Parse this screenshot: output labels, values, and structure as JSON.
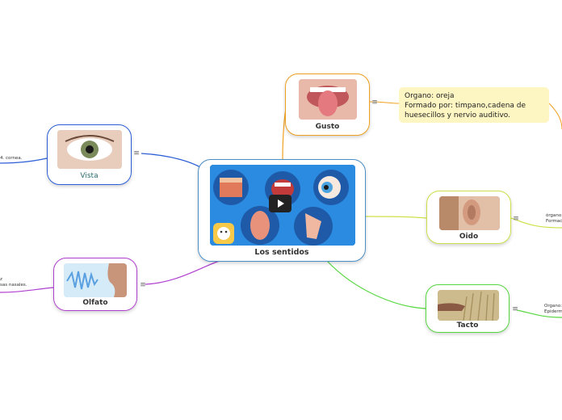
{
  "central": {
    "label": "Los sentidos",
    "color": "#4a90c8"
  },
  "nodes": {
    "gusto": {
      "label": "Gusto",
      "color": "#f0a020"
    },
    "vista": {
      "label": "Vista",
      "color": "#2c5fd6"
    },
    "oido": {
      "label": "Oido",
      "color": "#cde04a"
    },
    "olfato": {
      "label": "Olfato",
      "color": "#b040d0"
    },
    "tacto": {
      "label": "Tacto",
      "color": "#56d840"
    }
  },
  "callout": {
    "text": "Organo: oreja\nFormado por: timpano,cadena de\nhuesecillos y nervio auditivo."
  },
  "notes": {
    "vista": "4. cornea.",
    "olfato": "z\nsas nasales.",
    "oido": "órgano\nFormac",
    "tacto": "Organo:\nEpiderm"
  },
  "menu_glyph": "≡"
}
